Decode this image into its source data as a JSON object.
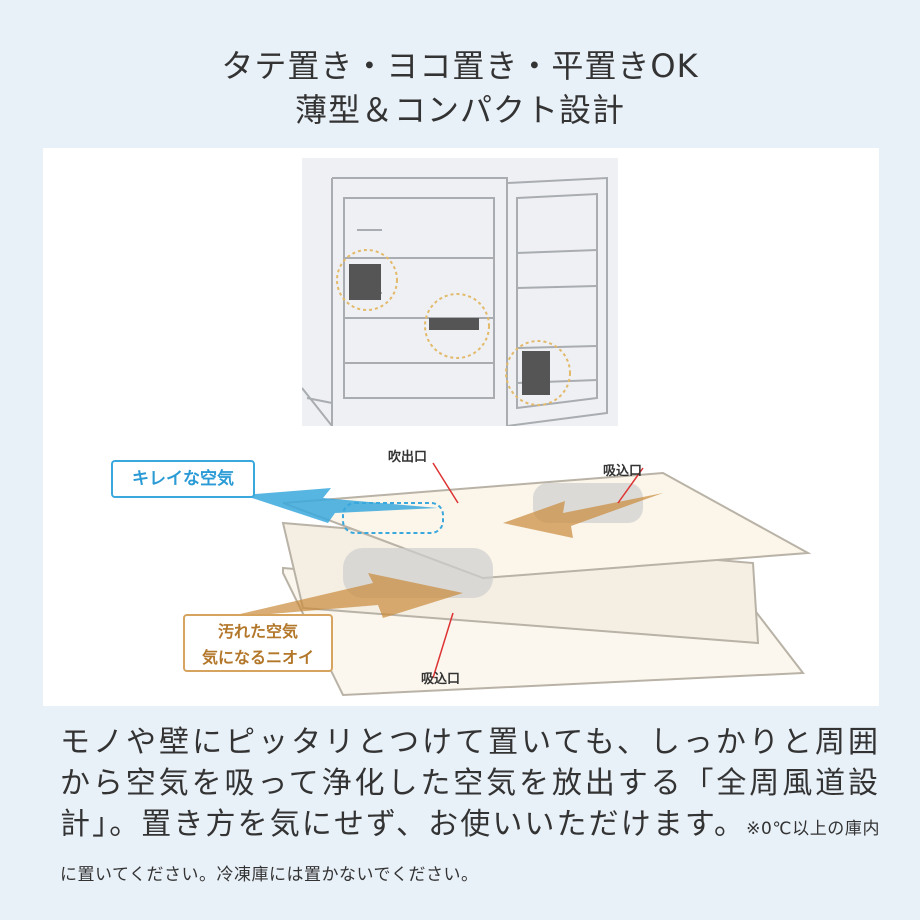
{
  "heading": {
    "line1": "タテ置き・ヨコ置き・平置きOK",
    "line2": "薄型＆コンパクト設計"
  },
  "diagram": {
    "clean_air": "キレイな空気",
    "dirty_line1": "汚れた空気",
    "dirty_line2": "気になるニオイ",
    "outlet": "吹出口",
    "inlet_top": "吸込口",
    "inlet_bottom": "吸込口",
    "colors": {
      "clean": "#3aa8dd",
      "dirty": "#c98a3a",
      "panel": "#ffffff",
      "background": "#e9f1f8"
    }
  },
  "description": {
    "text": "モノや壁にピッタリとつけて置いても、しっかりと周囲から空気を吸って浄化した空気を放出する「全周風道設計」。置き方を気にせず、お使いいただけます。",
    "note": "※0℃以上の庫内に置いてください。冷凍庫には置かないでください。"
  }
}
